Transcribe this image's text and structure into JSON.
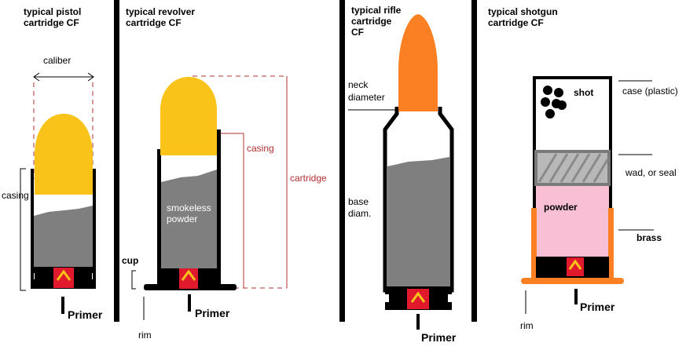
{
  "panels": {
    "pistol": {
      "title": "typical pistol\ncartridge CF",
      "caliber": "caliber",
      "casing": "casing",
      "primer": "Primer"
    },
    "revolver": {
      "title": "typical revolver\ncartridge CF",
      "smokeless": "smokeless",
      "powder": "powder",
      "casing": "casing",
      "cartridge": "cartridge",
      "cup": "cup",
      "rim": "rim",
      "primer": "Primer"
    },
    "rifle": {
      "title": "typical rifle\ncartridge\nCF",
      "neck": "neck",
      "diameter": "diameter",
      "base": "base",
      "diam": "diam.",
      "primer": "Primer"
    },
    "shotgun": {
      "title": "typical shotgun\ncartridge CF",
      "shot": "shot",
      "case_plastic": "case (plastic)",
      "wad": "wad, or seal",
      "powder": "powder",
      "brass": "brass",
      "rim": "rim",
      "primer": "Primer"
    }
  },
  "colors": {
    "bullet_yellow": "#f9c31a",
    "bullet_orange": "#fb8023",
    "powder_gray": "#7f7f7f",
    "shotgun_powder_pink": "#f9bfd4",
    "wad_gray": "#b8b8b8",
    "brass_orange": "#fb8023",
    "primer_red": "#e0192c",
    "primer_yellow": "#f9c31a",
    "dimension_red": "#b03030"
  }
}
